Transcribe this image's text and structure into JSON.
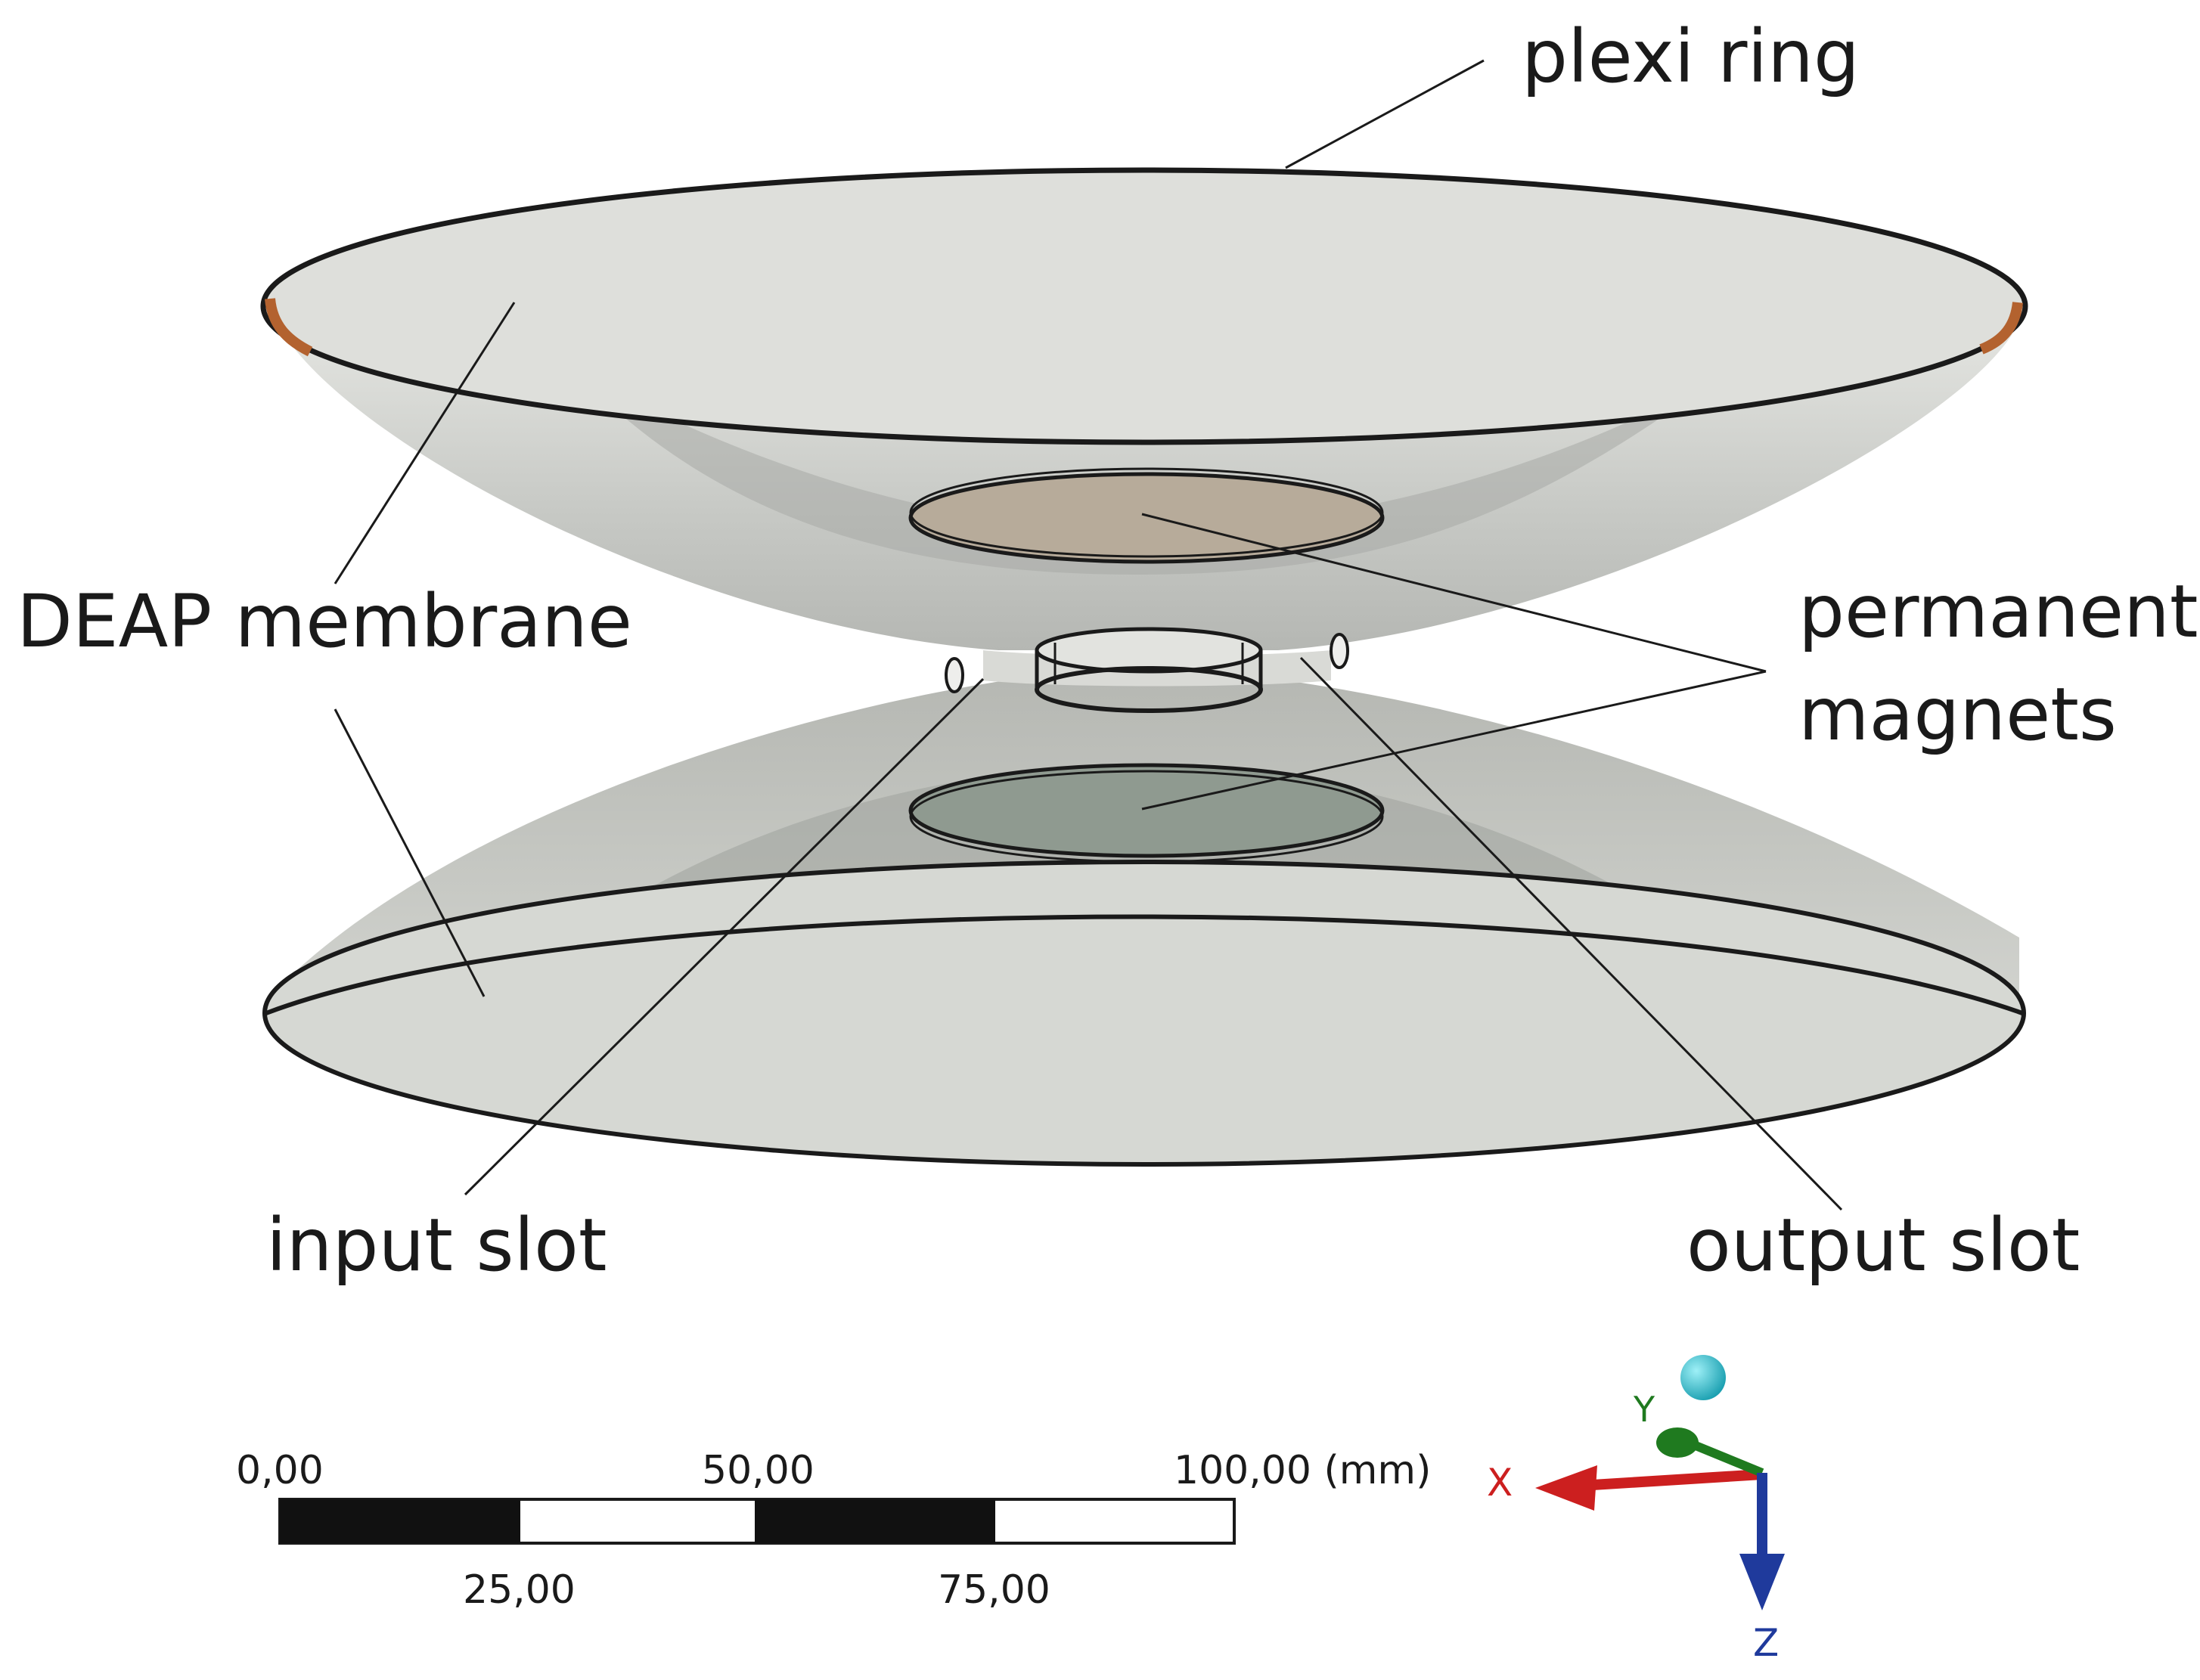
{
  "labels": {
    "plexi_ring": "plexi ring",
    "deap_membrane": "DEAP membrane",
    "permanent_magnets_line1": "permanent",
    "permanent_magnets_line2": "magnets",
    "input_slot": "input slot",
    "output_slot": "output slot"
  },
  "scale_bar": {
    "top_ticks": [
      "0,00",
      "50,00",
      "100,00 (mm)"
    ],
    "bottom_ticks": [
      "25,00",
      "75,00"
    ]
  },
  "triad": {
    "x_label": "X",
    "y_label": "Y",
    "z_label": "Z"
  },
  "colors": {
    "membrane_fill": "#d4d6d1",
    "plexi_ring": "#b3622f",
    "magnet_top": "#b7ab9a",
    "magnet_bottom": "#8f9a90",
    "axis_x": "#cc1f1f",
    "axis_y": "#1f7a1f",
    "axis_z": "#1f3a9c",
    "triad_ball": "#2fb7c4"
  }
}
